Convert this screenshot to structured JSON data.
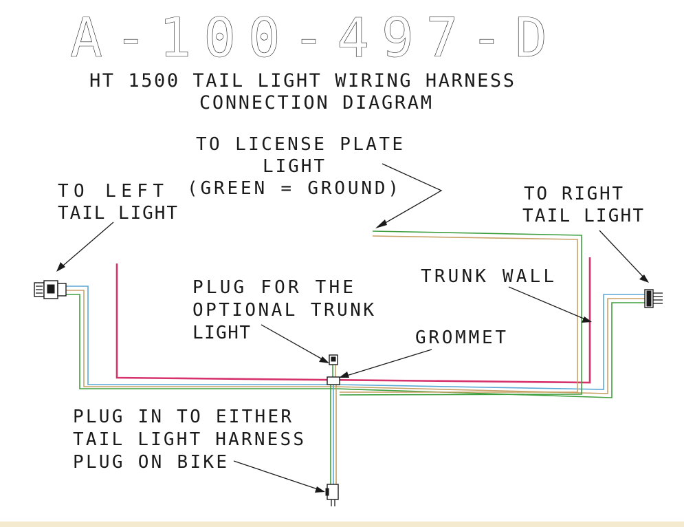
{
  "title": "A-100-497-D",
  "subtitle": {
    "line1": "HT 1500 TAIL LIGHT WIRING HARNESS",
    "line2": "CONNECTION DIAGRAM"
  },
  "labels": {
    "license_plate": [
      "TO LICENSE PLATE",
      "LIGHT",
      "(GREEN = GROUND)"
    ],
    "left_tail": [
      "TO LEFT",
      "TAIL LIGHT"
    ],
    "right_tail": [
      "TO RIGHT",
      "TAIL LIGHT"
    ],
    "trunk_wall": [
      "TRUNK WALL"
    ],
    "trunk_plug": [
      "PLUG FOR THE",
      "OPTIONAL TRUNK",
      "LIGHT"
    ],
    "grommet": [
      "GROMMET"
    ],
    "bike_plug": [
      "PLUG IN TO EITHER",
      "TAIL LIGHT HARNESS",
      "PLUG ON BIKE"
    ]
  },
  "colors": {
    "trunk_wall": "#d6336c",
    "wire_green": "#3f9f3f",
    "wire_blue": "#5aa9d6",
    "wire_tan": "#c8a166",
    "ink": "#1a1a1a",
    "bottom_strip": "#f3ead0"
  }
}
